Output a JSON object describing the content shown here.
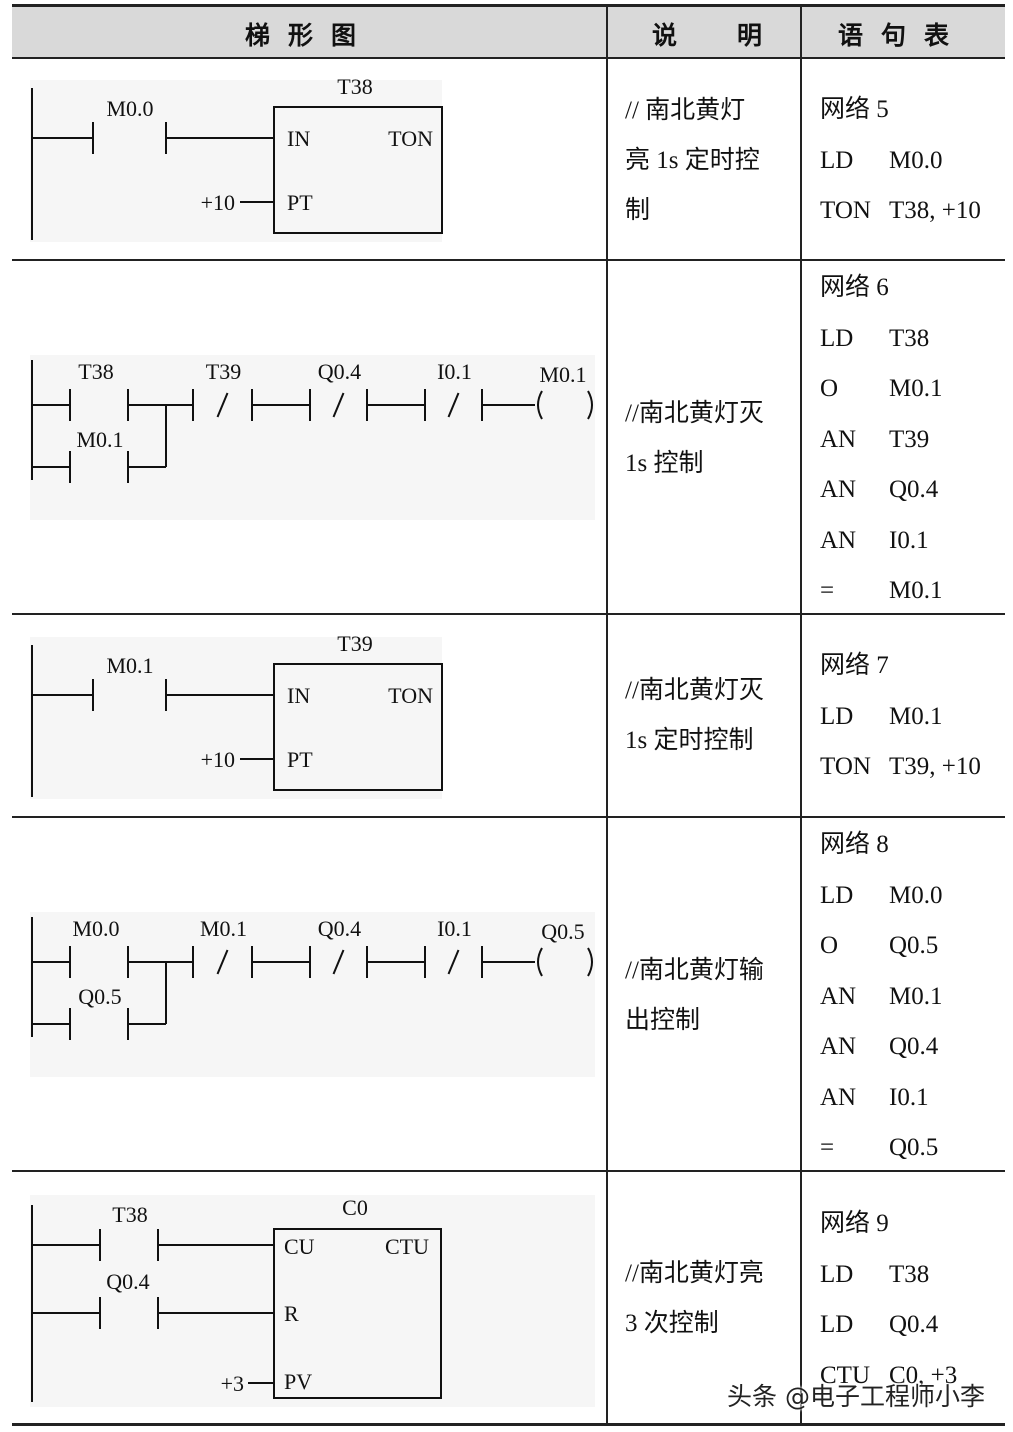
{
  "header": {
    "ladder": "梯形图",
    "description": "说明",
    "statements": "语句表"
  },
  "rows": [
    {
      "diagram": {
        "type": "timer",
        "contact": "M0.0",
        "block_name": "T38",
        "in": "IN",
        "block_type": "TON",
        "preset_pin": "PT",
        "preset": "+10"
      },
      "description": [
        "// 南北黄灯",
        "亮 1s 定时控",
        "制"
      ],
      "statements": [
        {
          "op": "网络 5",
          "arg": ""
        },
        {
          "op": "LD",
          "arg": "M0.0"
        },
        {
          "op": "TON",
          "arg": "T38, +10"
        }
      ]
    },
    {
      "diagram": {
        "type": "latch",
        "start": "T38",
        "hold": "M0.1",
        "nc": [
          "T39",
          "Q0.4",
          "I0.1"
        ],
        "coil": "M0.1"
      },
      "description": [
        "//南北黄灯灭",
        "1s 控制"
      ],
      "statements": [
        {
          "op": "网络 6",
          "arg": ""
        },
        {
          "op": "LD",
          "arg": "T38"
        },
        {
          "op": "O",
          "arg": "M0.1"
        },
        {
          "op": "AN",
          "arg": "T39"
        },
        {
          "op": "AN",
          "arg": "Q0.4"
        },
        {
          "op": "AN",
          "arg": "I0.1"
        },
        {
          "op": "=",
          "arg": "M0.1"
        }
      ]
    },
    {
      "diagram": {
        "type": "timer",
        "contact": "M0.1",
        "block_name": "T39",
        "in": "IN",
        "block_type": "TON",
        "preset_pin": "PT",
        "preset": "+10"
      },
      "description": [
        "//南北黄灯灭",
        "1s 定时控制"
      ],
      "statements": [
        {
          "op": "网络 7",
          "arg": ""
        },
        {
          "op": "LD",
          "arg": "M0.1"
        },
        {
          "op": "TON",
          "arg": "T39, +10"
        }
      ]
    },
    {
      "diagram": {
        "type": "latch",
        "start": "M0.0",
        "hold": "Q0.5",
        "nc": [
          "M0.1",
          "Q0.4",
          "I0.1"
        ],
        "coil": "Q0.5"
      },
      "description": [
        "//南北黄灯输",
        "出控制"
      ],
      "statements": [
        {
          "op": "网络 8",
          "arg": ""
        },
        {
          "op": "LD",
          "arg": "M0.0"
        },
        {
          "op": "O",
          "arg": "Q0.5"
        },
        {
          "op": "AN",
          "arg": "M0.1"
        },
        {
          "op": "AN",
          "arg": "Q0.4"
        },
        {
          "op": "AN",
          "arg": "I0.1"
        },
        {
          "op": "=",
          "arg": "Q0.5"
        }
      ]
    },
    {
      "diagram": {
        "type": "counter",
        "count": "T38",
        "reset": "Q0.4",
        "block_name": "C0",
        "cu": "CU",
        "block_type": "CTU",
        "r": "R",
        "preset_pin": "PV",
        "preset": "+3"
      },
      "description": [
        "//南北黄灯亮",
        "3 次控制"
      ],
      "statements": [
        {
          "op": "网络 9",
          "arg": ""
        },
        {
          "op": "LD",
          "arg": "T38"
        },
        {
          "op": "LD",
          "arg": "Q0.4"
        },
        {
          "op": "CTU",
          "arg": "C0, +3"
        }
      ]
    }
  ],
  "watermark": "头条 @电子工程师小李"
}
